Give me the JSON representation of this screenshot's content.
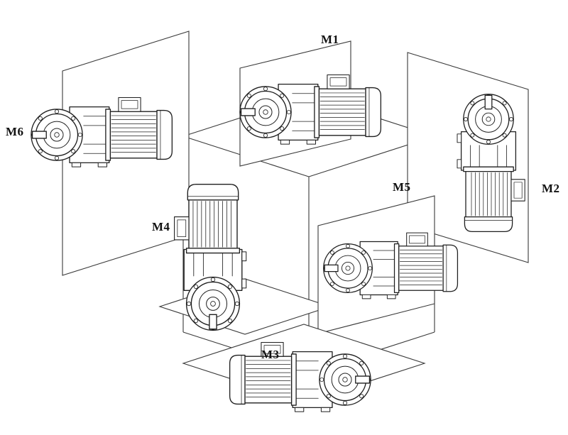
{
  "diagram": {
    "background_color": "#ffffff",
    "line_color": "#1f1f1f",
    "labels": [
      {
        "id": "M1"
      },
      {
        "id": "M2"
      },
      {
        "id": "M3"
      },
      {
        "id": "M4"
      },
      {
        "id": "M5"
      },
      {
        "id": "M6"
      }
    ]
  }
}
